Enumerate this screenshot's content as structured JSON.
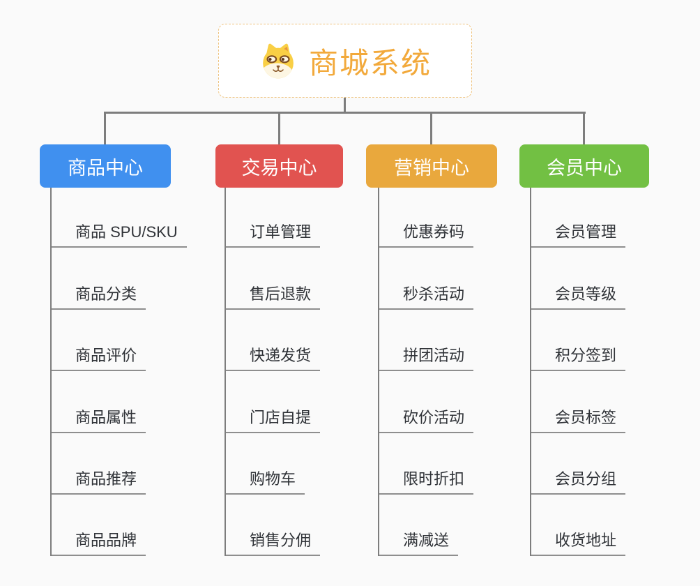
{
  "page": {
    "background_color": "#fafafa",
    "connector_color": "#7d7d7d",
    "underline_color": "#8e8e8e"
  },
  "root": {
    "title": "商城系统",
    "icon": "dog-face-icon",
    "text_color": "#f2a93b",
    "border_color": "#eec27d",
    "background_color": "#ffffff"
  },
  "branches": [
    {
      "label": "商品中心",
      "color": "#4090ef",
      "children": [
        "商品 SPU/SKU",
        "商品分类",
        "商品评价",
        "商品属性",
        "商品推荐",
        "商品品牌"
      ]
    },
    {
      "label": "交易中心",
      "color": "#e15350",
      "children": [
        "订单管理",
        "售后退款",
        "快递发货",
        "门店自提",
        "购物车",
        "销售分佣"
      ]
    },
    {
      "label": "营销中心",
      "color": "#e9a83d",
      "children": [
        "优惠券码",
        "秒杀活动",
        "拼团活动",
        "砍价活动",
        "限时折扣",
        "满减送"
      ]
    },
    {
      "label": "会员中心",
      "color": "#72c043",
      "children": [
        "会员管理",
        "会员等级",
        "积分签到",
        "会员标签",
        "会员分组",
        "收货地址"
      ]
    }
  ]
}
